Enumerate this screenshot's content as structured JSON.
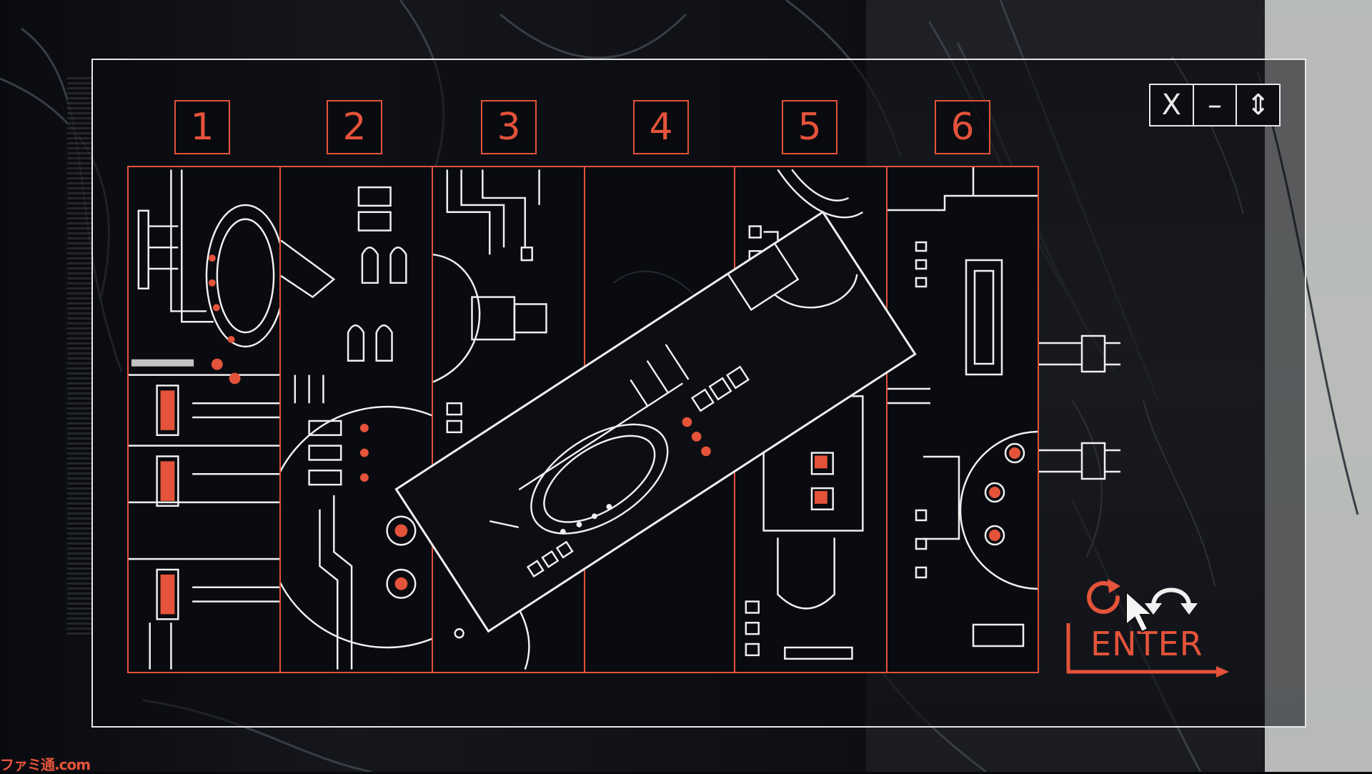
{
  "tabs": [
    {
      "label": "1"
    },
    {
      "label": "2"
    },
    {
      "label": "3"
    },
    {
      "label": "4"
    },
    {
      "label": "5"
    },
    {
      "label": "6"
    }
  ],
  "window_controls": {
    "close": "X",
    "minimize": "–",
    "resize": "⇕"
  },
  "enter_button": {
    "label": "ENTER"
  },
  "watermark": "ファミ通.com",
  "colors": {
    "accent": "#e4533a",
    "line": "#f0f0f0",
    "background": "#07080c"
  },
  "icons": {
    "rotate_clockwise": "rotate-cw-icon",
    "rotate_counterclockwise": "rotate-ccw-icon",
    "cursor": "pointer-cursor-icon"
  }
}
